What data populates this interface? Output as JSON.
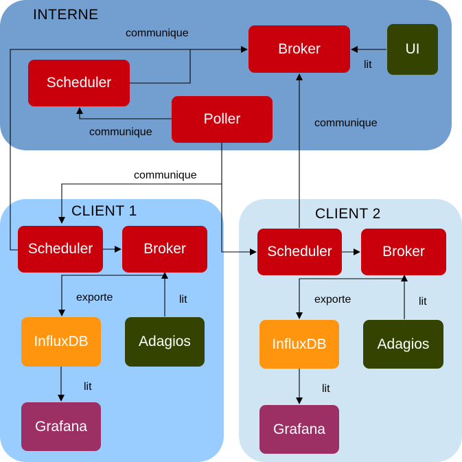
{
  "zones": {
    "interne": "INTERNE",
    "client1": "CLIENT 1",
    "client2": "CLIENT 2"
  },
  "nodes": {
    "broker_interne": "Broker",
    "ui": "UI",
    "scheduler_interne": "Scheduler",
    "poller": "Poller",
    "scheduler_c1": "Scheduler",
    "broker_c1": "Broker",
    "influxdb_c1": "InfluxDB",
    "adagios_c1": "Adagios",
    "grafana_c1": "Grafana",
    "scheduler_c2": "Scheduler",
    "broker_c2": "Broker",
    "influxdb_c2": "InfluxDB",
    "adagios_c2": "Adagios",
    "grafana_c2": "Grafana"
  },
  "labels": {
    "communique_top": "communique",
    "lit_ui": "lit",
    "communique_poller": "communique",
    "communique_right": "communique",
    "communique_mid": "communique",
    "exporte_c1": "exporte",
    "lit_adagios_c1": "lit",
    "lit_grafana_c1": "lit",
    "exporte_c2": "exporte",
    "lit_adagios_c2": "lit",
    "lit_grafana_c2": "lit"
  },
  "colors": {
    "interne_zone": "#729fcf",
    "client1_zone": "#99ccff",
    "client2_zone": "#cfe5f4",
    "component_red": "#c9000c",
    "component_green": "#344400",
    "component_orange": "#ff950e",
    "component_purple": "#9c2f63"
  }
}
